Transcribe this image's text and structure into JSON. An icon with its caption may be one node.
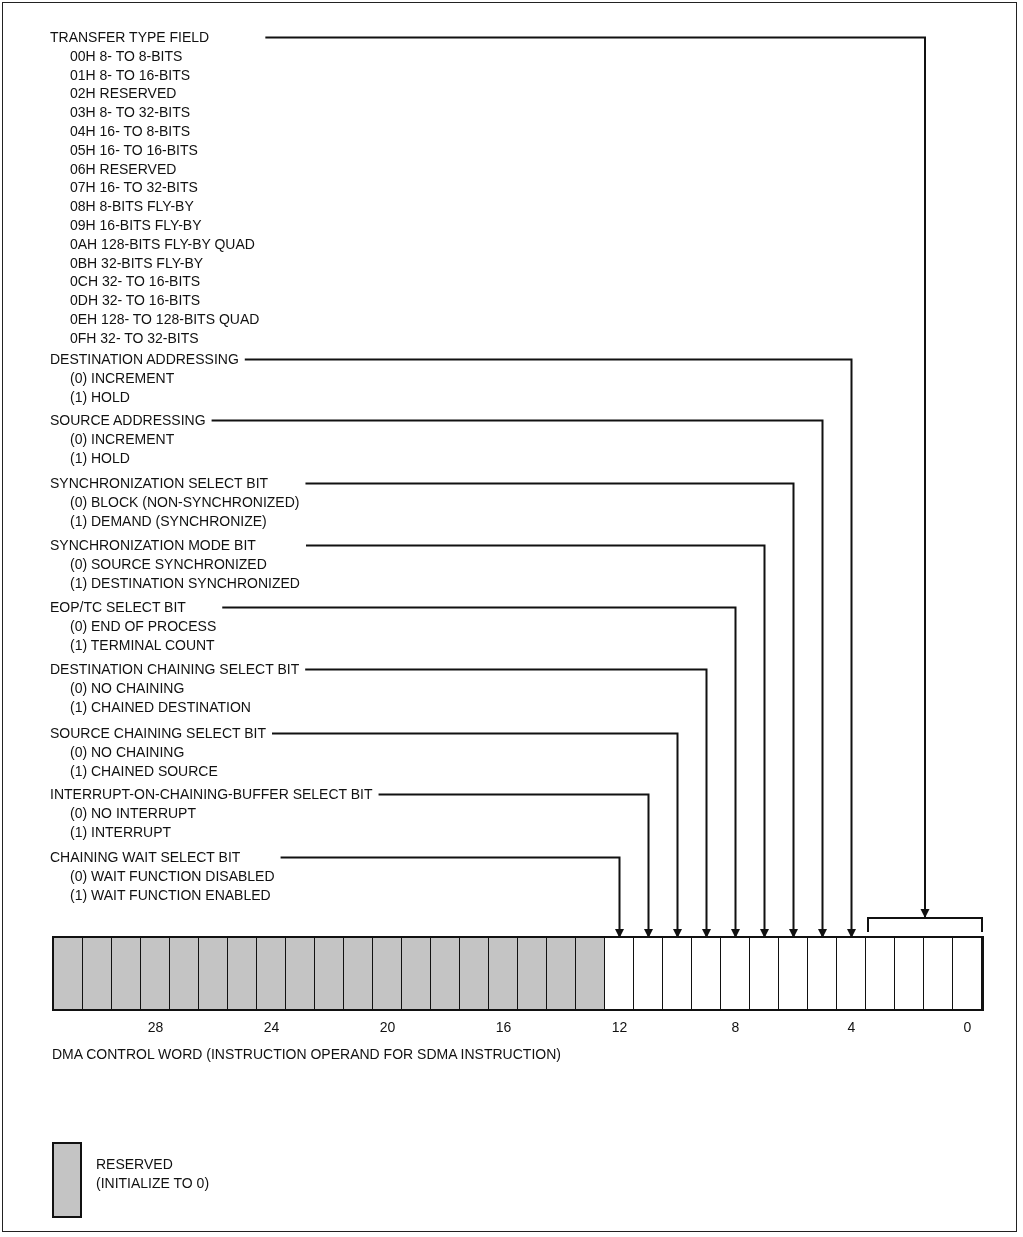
{
  "diagram": {
    "caption": "DMA CONTROL WORD (INSTRUCTION OPERAND FOR SDMA INSTRUCTION)",
    "nodes": [
      {
        "text": [
          "TRANSFER TYPE FIELD",
          "00H 8- TO 8-BITS",
          "01H 8- TO 16-BITS",
          "02H RESERVED",
          "03H 8- TO 32-BITS",
          "04H 16- TO 8-BITS",
          "05H 16- TO 16-BITS",
          "06H RESERVED",
          "07H 16- TO 32-BITS",
          "08H 8-BITS FLY-BY",
          "09H 16-BITS FLY-BY",
          "0AH 128-BITS FLY-BY QUAD",
          "0BH 32-BITS FLY-BY",
          "0CH 32- TO 16-BITS",
          "0DH 32- TO 16-BITS",
          "0EH 128- TO 128-BITS QUAD",
          "0FH 32- TO 32-BITS"
        ]
      },
      {
        "text": [
          "DESTINATION ADDRESSING",
          "(0) INCREMENT",
          "(1) HOLD"
        ]
      },
      {
        "text": [
          "SOURCE ADDRESSING",
          "(0) INCREMENT",
          "(1) HOLD"
        ]
      },
      {
        "text": [
          "SYNCHRONIZATION SELECT BIT",
          "(0) BLOCK (NON-SYNCHRONIZED)",
          "(1) DEMAND (SYNCHRONIZE)"
        ]
      },
      {
        "text": [
          "SYNCHRONIZATION MODE BIT",
          "(0) SOURCE SYNCHRONIZED",
          "(1) DESTINATION SYNCHRONIZED"
        ]
      },
      {
        "text": [
          "EOP/TC SELECT BIT",
          "(0) END OF PROCESS",
          "(1) TERMINAL COUNT"
        ]
      },
      {
        "text": [
          "DESTINATION CHAINING SELECT BIT",
          "(0) NO CHAINING",
          "(1) CHAINED DESTINATION"
        ]
      },
      {
        "text": [
          "SOURCE CHAINING SELECT BIT",
          "(0) NO CHAINING",
          "(1) CHAINED SOURCE"
        ]
      },
      {
        "text": [
          "INTERRUPT-ON-CHAINING-BUFFER SELECT BIT",
          "(0) NO INTERRUPT",
          "(1) INTERRUPT"
        ]
      },
      {
        "text": [
          "CHAINING WAIT SELECT BIT",
          "(0) WAIT FUNCTION DISABLED",
          "(1) WAIT FUNCTION ENABLED"
        ]
      },
      {
        "text": [],
        "shape": "bracket"
      },
      {
        "text": [],
        "shape": "bar"
      },
      {
        "text": [],
        "shape": "box",
        "in": 11
      },
      {
        "text": [],
        "shape": "box",
        "in": 11
      },
      {
        "text": [],
        "shape": "box",
        "in": 11
      },
      {
        "text": [],
        "shape": "box",
        "in": 11
      },
      {
        "text": [],
        "shape": "box",
        "in": 11
      },
      {
        "text": [],
        "shape": "box",
        "in": 11
      },
      {
        "text": [],
        "shape": "box",
        "in": 11
      },
      {
        "text": [],
        "shape": "box",
        "in": 11
      },
      {
        "text": [],
        "shape": "box",
        "in": 11
      },
      {
        "text": [],
        "shape": "box",
        "in": 11
      },
      {
        "text": [],
        "shape": "box",
        "in": 11
      },
      {
        "text": [],
        "shape": "box",
        "in": 11
      },
      {
        "text": [],
        "shape": "box",
        "in": 11
      },
      {
        "text": [],
        "shape": "box",
        "in": 11
      },
      {
        "text": [],
        "shape": "box",
        "in": 11
      },
      {
        "text": [],
        "shape": "box",
        "in": 11
      },
      {
        "text": [],
        "shape": "box",
        "in": 11
      },
      {
        "text": [],
        "shape": "box",
        "in": 11
      },
      {
        "text": [],
        "shape": "box",
        "in": 11
      },
      {
        "text": [],
        "shape": "box",
        "in": 11
      },
      {
        "text": [],
        "shape": "box",
        "in": 11
      },
      {
        "text": [],
        "shape": "box",
        "in": 11
      },
      {
        "text": [],
        "shape": "box",
        "in": 11
      },
      {
        "text": [],
        "shape": "box",
        "in": 11
      },
      {
        "text": [],
        "shape": "box",
        "in": 11
      },
      {
        "text": [],
        "shape": "box",
        "in": 11
      },
      {
        "text": [],
        "shape": "box",
        "in": 11
      },
      {
        "text": [],
        "shape": "box",
        "in": 11
      },
      {
        "text": [],
        "shape": "box",
        "in": 11
      },
      {
        "text": [],
        "shape": "box",
        "in": 11
      },
      {
        "text": [],
        "shape": "box",
        "in": 11
      },
      {
        "text": [],
        "shape": "box",
        "in": 11
      }
    ],
    "edges": [
      {
        "from": 0,
        "to": 10,
        "arrow": "to"
      },
      {
        "from": 1,
        "to": 39,
        "arrow": "to"
      },
      {
        "from": 2,
        "to": 38,
        "arrow": "to"
      },
      {
        "from": 3,
        "to": 37,
        "arrow": "to"
      },
      {
        "from": 4,
        "to": 36,
        "arrow": "to"
      },
      {
        "from": 5,
        "to": 35,
        "arrow": "to"
      },
      {
        "from": 6,
        "to": 34,
        "arrow": "to"
      },
      {
        "from": 7,
        "to": 33,
        "arrow": "to"
      },
      {
        "from": 8,
        "to": 32,
        "arrow": "to"
      },
      {
        "from": 9,
        "to": 31,
        "arrow": "to"
      }
    ],
    "labels": [
      "28",
      "24",
      "20",
      "16",
      "12",
      "8",
      "4",
      "0"
    ],
    "legend": [
      {
        "text": "RESERVED (INITIALIZE TO 0)",
        "color": "#c4c4c4"
      }
    ]
  }
}
